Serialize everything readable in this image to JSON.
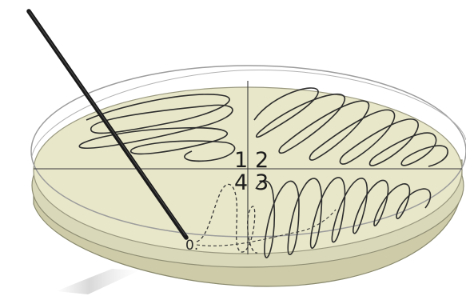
{
  "diagram": {
    "quadrant_labels": {
      "q1": "1",
      "q2": "2",
      "q3": "3",
      "q4": "4"
    },
    "start_label": "0.",
    "colors": {
      "agar_surface": "#e7e6c8",
      "dish_side": "#dcdbbc",
      "dish_base": "#cfcdaa",
      "streak_line": "#2e2e2e",
      "loop_handle": "#1a1a1a"
    }
  }
}
